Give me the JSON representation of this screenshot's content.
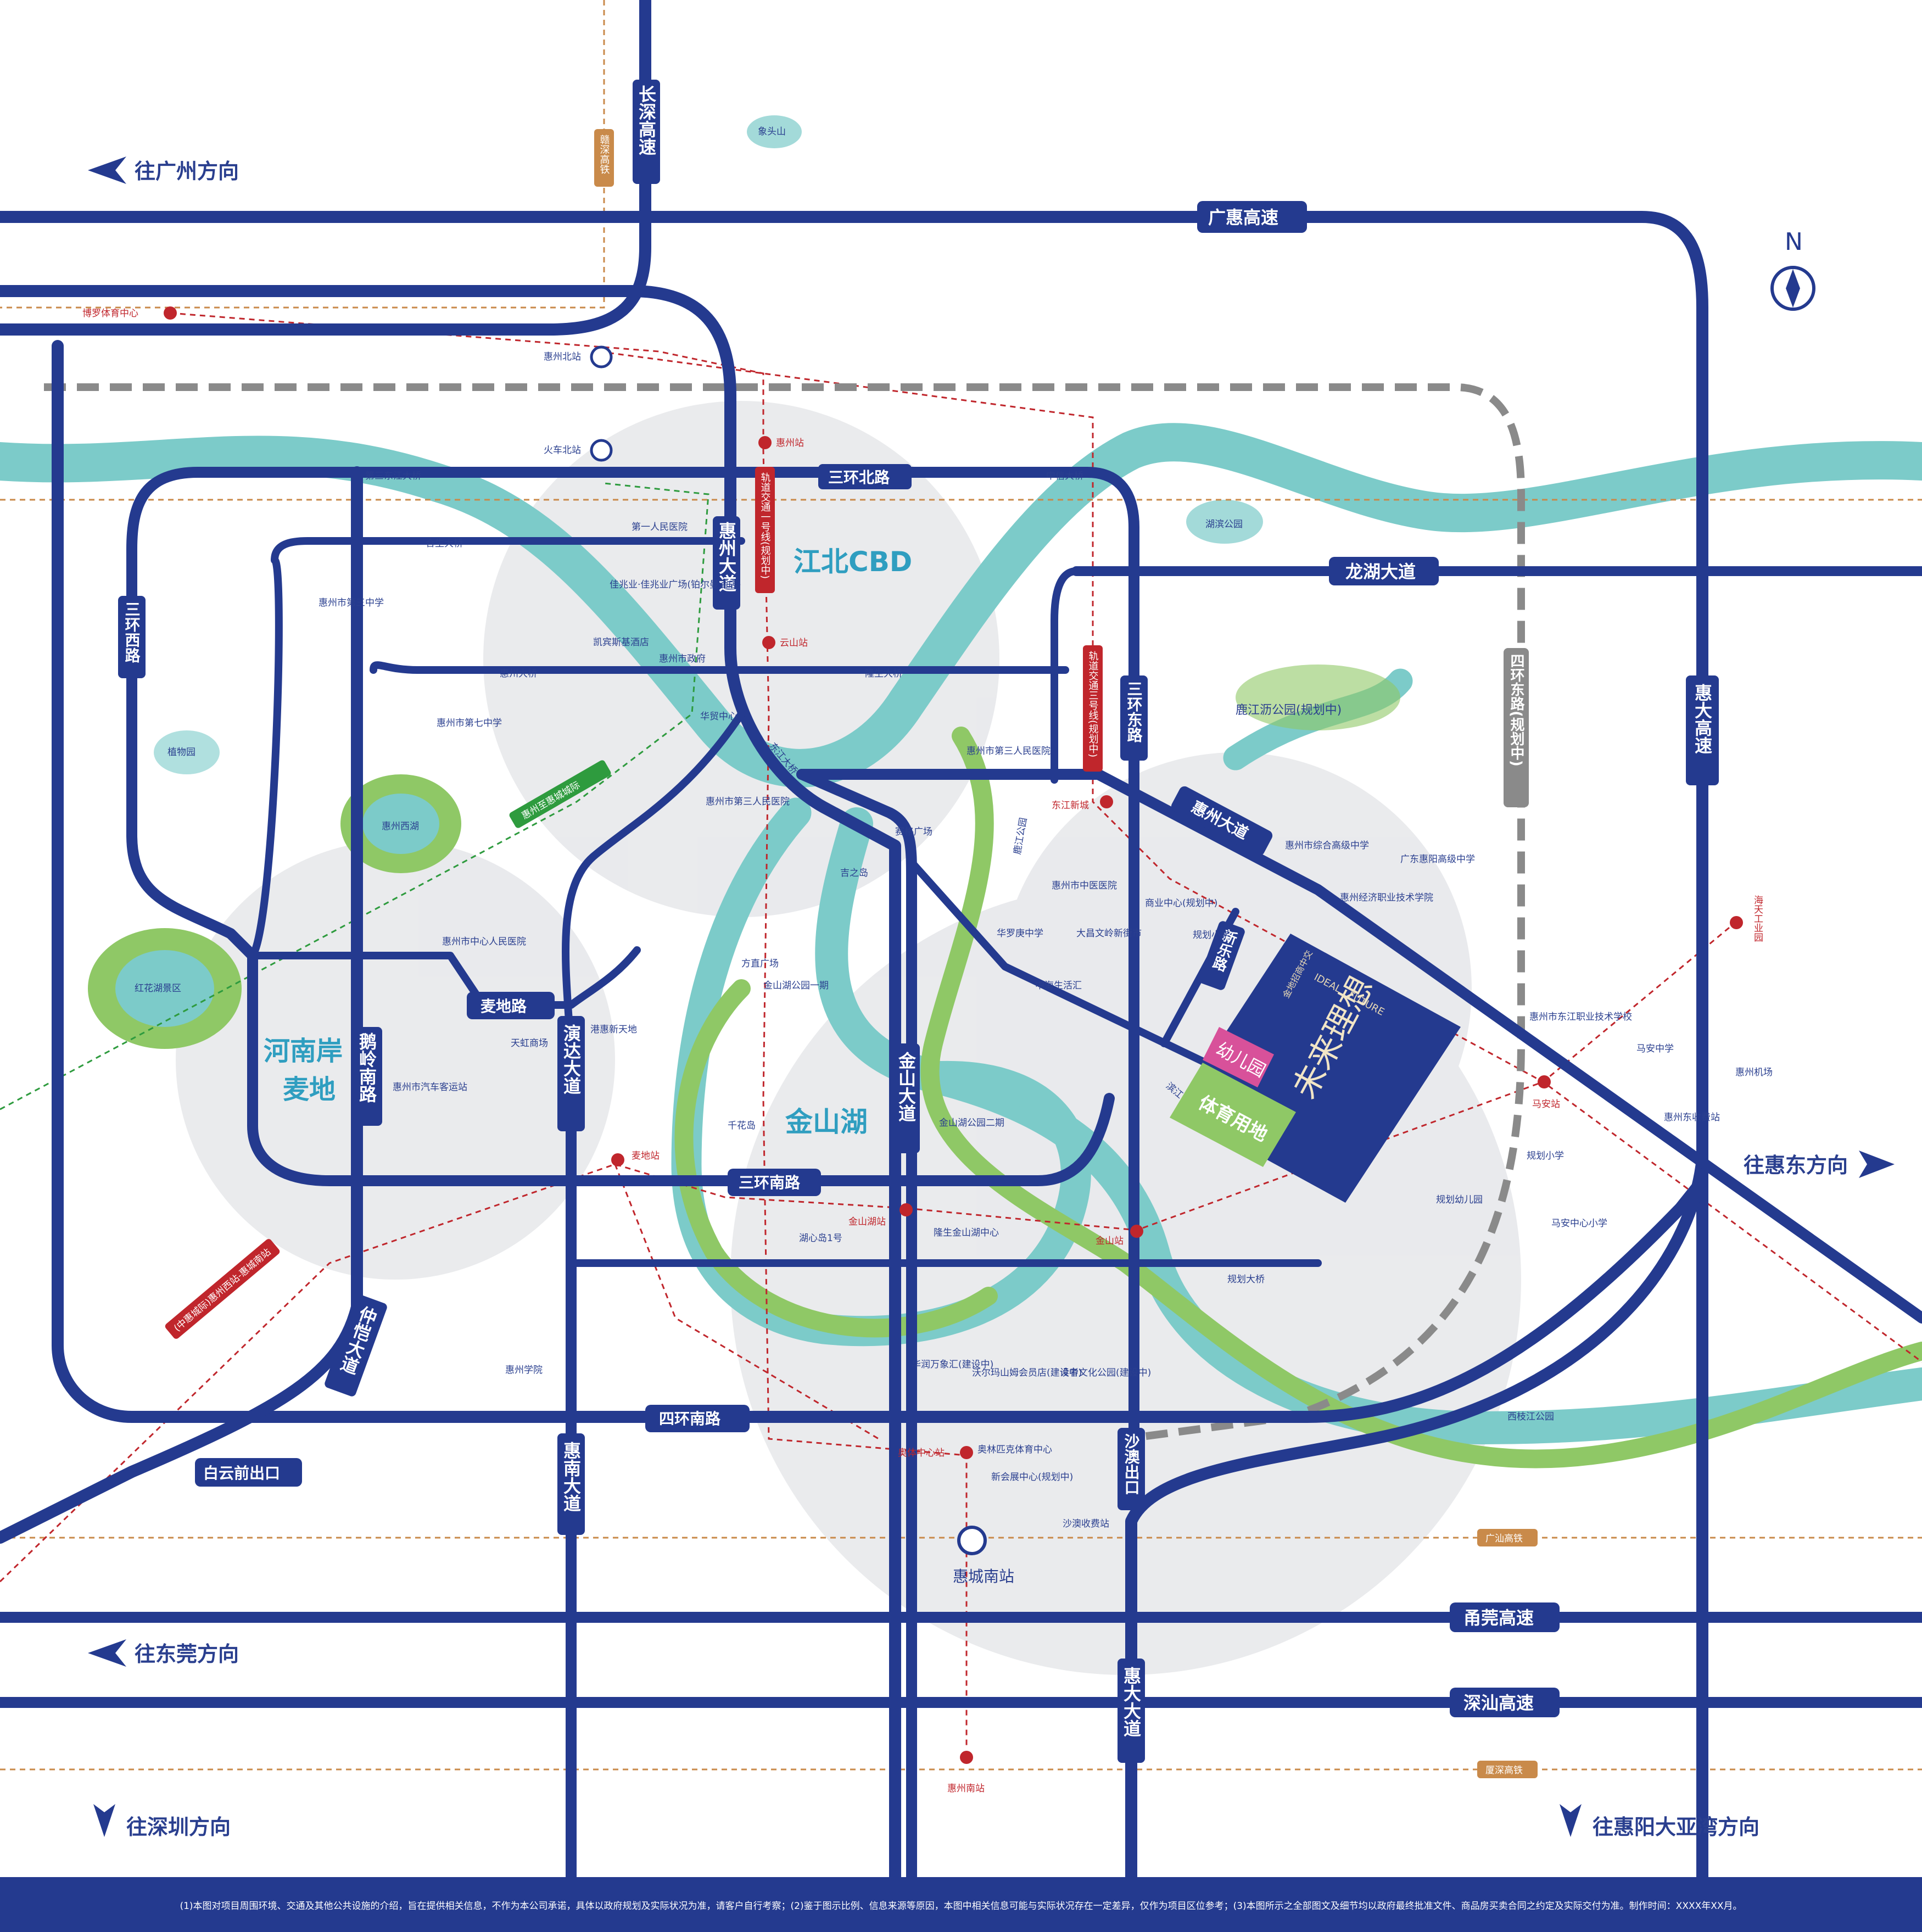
{
  "directions": {
    "guangzhou": "往广州方向",
    "dongguan": "往东莞方向",
    "shenzhen": "往深圳方向",
    "huidong": "往惠东方向",
    "dayawan": "往惠阳大亚湾方向"
  },
  "compass": "N",
  "highways": {
    "changshen": "长深高速",
    "guanghui": "广惠高速",
    "yongguan": "甬莞高速",
    "shenshan": "深汕高速",
    "huida": "惠大高速",
    "huidadadao": "惠大大道",
    "shaao": "沙澳出口",
    "baiyunqian": "白云前出口"
  },
  "roads": {
    "huizhou_dadao": "惠州大道",
    "huizhou_dadao2": "惠州大道",
    "sanhuan_bei": "三环北路",
    "sanhuan_xi": "三环西路",
    "sanhuan_dong": "三环东路",
    "sanhuan_nan": "三环南路",
    "sihuan_nan": "四环南路",
    "sihuan_dong": "四环东路(规划中)",
    "longhu": "龙湖大道",
    "jinshan": "金山大道",
    "yanda": "演达大道",
    "eling": "鹅岭南路",
    "zhongkai": "仲恺大道",
    "huinan": "惠南大道",
    "maidi": "麦地路",
    "xinle": "新乐路",
    "dongjiang_bridge": "东江大桥",
    "disan_bridge": "第三东江大桥",
    "hesheng_bridge": "合生大桥",
    "zhongxin_bridge": "中信大桥",
    "huixin_bridge": "惠州大桥",
    "longfeng_bridge": "隆生大桥",
    "guihua_bridge": "规划大桥",
    "lujiang_road": "鹿江公园",
    "binjiang_road": "滨江公园"
  },
  "rails": {
    "ganshen": "赣深高铁",
    "guangshan": "广汕高铁",
    "xiashen": "厦深高铁",
    "line1": "轨道交通一号线(规划中)",
    "line3": "轨道交通三号线(规划中)",
    "line_green": "惠州至惠城城际",
    "line_zhongkai": "(中惠城际)惠州西站-惠城南站"
  },
  "stations": {
    "boluo": "博罗体育中心",
    "huizhou": "惠州站",
    "yunshan": "云山站",
    "dongjiang_xincheng": "东江新城",
    "maidi": "麦地站",
    "jinshanhu": "金山湖站",
    "jinshan": "金山站",
    "aoti": "奥体中心站",
    "huizhou_south": "惠州南站",
    "maan": "马安站",
    "haitian": "海天工业园",
    "huizhou_north": "惠州北站",
    "train_north": "火车北站",
    "huicheng_south": "惠城南站"
  },
  "areas": {
    "cbd": "江北CBD",
    "henan": "河南岸",
    "maidi": "麦地",
    "jinshanhu": "金山湖"
  },
  "pois": {
    "xiangtou": "象头山",
    "hubin": "湖滨公园",
    "lujiangli": "鹿江沥公园(规划中)",
    "zhiwuyuan": "植物园",
    "huizhou_xihu": "惠州西湖",
    "honghuahu": "红花湖景区",
    "diyi_hospital": "第一人民医院",
    "jiazhao": "佳兆业·佳兆业广场(铂尔曼酒店)",
    "kaibin": "凯宾斯基酒店",
    "gov": "惠州市政府",
    "huamao": "华贸中心",
    "disan_zhongxue": "惠州市第三中学",
    "diqi_zhongxue": "惠州市第七中学",
    "disan_hospital": "惠州市第三人民医院",
    "disan_hospital2": "惠州市第三人民医院",
    "saige": "赛格广场",
    "jizhidao": "吉之岛",
    "zhongxin_hospital": "惠州市中心人民医院",
    "tianhong": "天虹商场",
    "bus_station": "惠州市汽车客运站",
    "ganghui": "港惠新天地",
    "fangzhi": "方直广场",
    "jinshanhu_park1": "金山湖公园一期",
    "jinshanhu_park2": "金山湖公园二期",
    "qianhuadao": "千花岛",
    "huxindao": "湖心岛1号",
    "longsheng": "隆生金山湖中心",
    "zhongyi_hospital": "惠州市中医医院",
    "huaruo": "华罗庚中学",
    "dachang": "大昌文岭新街市",
    "zhonghai": "中海生活汇",
    "shangye": "商业中心(规划中)",
    "guihua_xiaoxue": "规划小学",
    "zonghe": "惠州市综合高级中学",
    "jingji": "惠州经济职业技术学院",
    "huiyang": "广东惠阳高级中学",
    "dongjiang_zhiye": "惠州市东江职业技术学校",
    "maan_zhongxue": "马安中学",
    "jichang": "惠州机场",
    "shoufei_huidong": "惠州东收费站",
    "guihua_xiaoxue2": "规划小学",
    "guihua_youer": "规划幼儿园",
    "maan_xiaoxue": "马安中心小学",
    "xizhi_park": "西枝江公园",
    "huarun": "华润万象汇(建设中)",
    "woerma": "沃尔玛山姆会员店(建设中)",
    "duzhe": "读者文化公园(建设中)",
    "aolinpike": "奥林匹克体育中心",
    "xinhuizhan": "新会展中心(规划中)",
    "shaao_shoufei": "沙澳收费站",
    "huizhou_xueyuan": "惠州学院"
  },
  "project": {
    "brand_prefix": "金地招商中交",
    "name": "未来理想",
    "english": "IDEAL · FUTURE",
    "kindergarten": "幼儿园",
    "sports": "体育用地"
  },
  "colors": {
    "road": "#243a8f",
    "river": "#7ccbc9",
    "park": "#8fc866",
    "zone": "#e6e7ea",
    "rail_red": "#c0262c",
    "rail_orange": "#c98a4a",
    "ring4": "#8a8a8a",
    "green_line": "#2e9b3e"
  },
  "footer": {
    "disclaimer": "(1)本图对项目周围环境、交通及其他公共设施的介绍，旨在提供相关信息，不作为本公司承诺，具体以政府规划及实际状况为准，请客户自行考察；(2)鉴于图示比例、信息来源等原因，本图中相关信息可能与实际状况存在一定差异，仅作为项目区位参考；(3)本图所示之全部图文及细节均以政府最终批准文件、商品房买卖合同之约定及实际交付为准。制作时间：XXXX年XX月。"
  }
}
